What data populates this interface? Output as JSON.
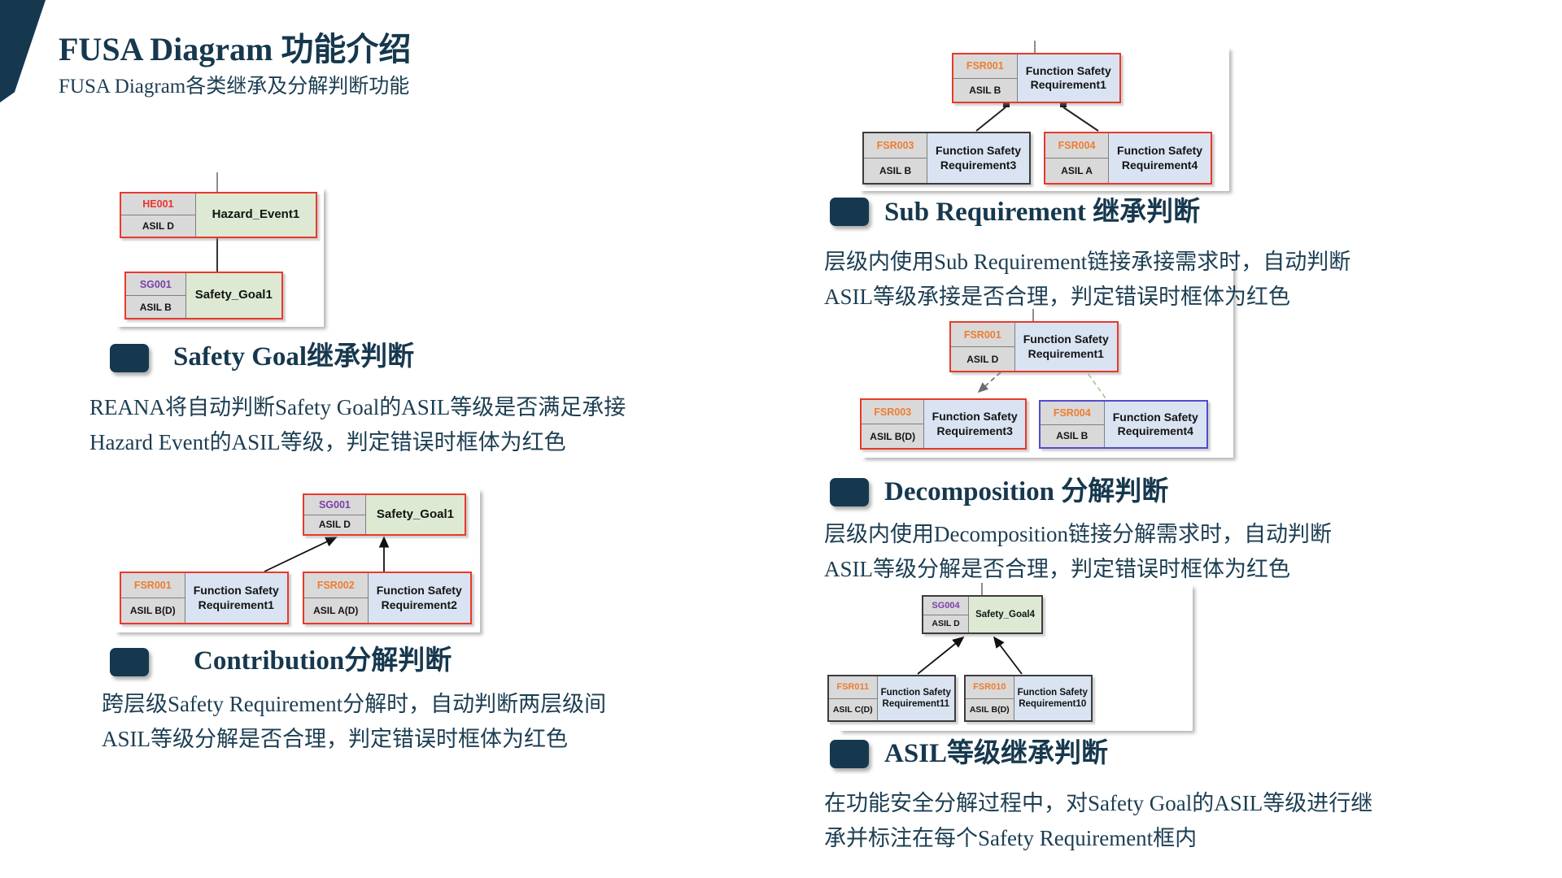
{
  "slide": {
    "title": "FUSA Diagram 功能介绍",
    "subtitle": "FUSA Diagram各类继承及分解判断功能"
  },
  "colors": {
    "navy": "#16384e",
    "body_text": "#1c3e52",
    "error_border_red": "#e8392b",
    "normal_border_dark": "#3c3c3c",
    "decomposition_border_blue": "#544bd0",
    "goal_fill_green": "#dde9d2",
    "requirement_fill_blue": "#d9e3f1",
    "label_fill_gray": "#d9d9d9",
    "id_hazard_red": "#e8352f",
    "id_goal_purple": "#7b3fa5",
    "id_fsr_orange": "#ed7d31"
  },
  "sections": {
    "safety_goal": {
      "heading": "Safety Goal继承判断",
      "line1": "REANA将自动判断Safety Goal的ASIL等级是否满足承接",
      "line2": "Hazard Event的ASIL等级，判定错误时框体为红色"
    },
    "contribution": {
      "heading": "Contribution分解判断",
      "line1": "跨层级Safety Requirement分解时，自动判断两层级间",
      "line2": "ASIL等级分解是否合理，判定错误时框体为红色"
    },
    "sub_requirement": {
      "heading": "Sub Requirement 继承判断",
      "line1": "层级内使用Sub Requirement链接承接需求时，自动判断",
      "line2": "ASIL等级承接是否合理，判定错误时框体为红色"
    },
    "decomposition": {
      "heading": "Decomposition 分解判断",
      "line1": "层级内使用Decomposition链接分解需求时，自动判断",
      "line2": "ASIL等级分解是否合理，判定错误时框体为红色"
    },
    "asil_inherit": {
      "heading": "ASIL等级继承判断",
      "line1": "在功能安全分解过程中，对Safety Goal的ASIL等级进行继",
      "line2": "承并标注在每个Safety Requirement框内"
    }
  },
  "nodes": {
    "d1_hazard": {
      "id": "HE001",
      "asil": "ASIL D",
      "name": "Hazard_Event1"
    },
    "d1_goal": {
      "id": "SG001",
      "asil": "ASIL B",
      "name": "Safety_Goal1"
    },
    "d2_goal": {
      "id": "SG001",
      "asil": "ASIL D",
      "name": "Safety_Goal1"
    },
    "d2_fsr1": {
      "id": "FSR001",
      "asil": "ASIL B(D)",
      "name": "Function Safety Requirement1"
    },
    "d2_fsr2": {
      "id": "FSR002",
      "asil": "ASIL A(D)",
      "name": "Function Safety Requirement2"
    },
    "d3_fsr1": {
      "id": "FSR001",
      "asil": "ASIL B",
      "name": "Function Safety Requirement1"
    },
    "d3_fsr3": {
      "id": "FSR003",
      "asil": "ASIL B",
      "name": "Function Safety Requirement3"
    },
    "d3_fsr4": {
      "id": "FSR004",
      "asil": "ASIL A",
      "name": "Function Safety Requirement4"
    },
    "d4_fsr1": {
      "id": "FSR001",
      "asil": "ASIL D",
      "name": "Function Safety Requirement1"
    },
    "d4_fsr3": {
      "id": "FSR003",
      "asil": "ASIL B(D)",
      "name": "Function Safety Requirement3"
    },
    "d4_fsr4": {
      "id": "FSR004",
      "asil": "ASIL B",
      "name": "Function Safety Requirement4"
    },
    "d5_goal": {
      "id": "SG004",
      "asil": "ASIL D",
      "name": "Safety_Goal4"
    },
    "d5_fsr11": {
      "id": "FSR011",
      "asil": "ASIL C(D)",
      "name": "Function Safety Requirement11"
    },
    "d5_fsr10": {
      "id": "FSR010",
      "asil": "ASIL B(D)",
      "name": "Function Safety Requirement10"
    }
  }
}
